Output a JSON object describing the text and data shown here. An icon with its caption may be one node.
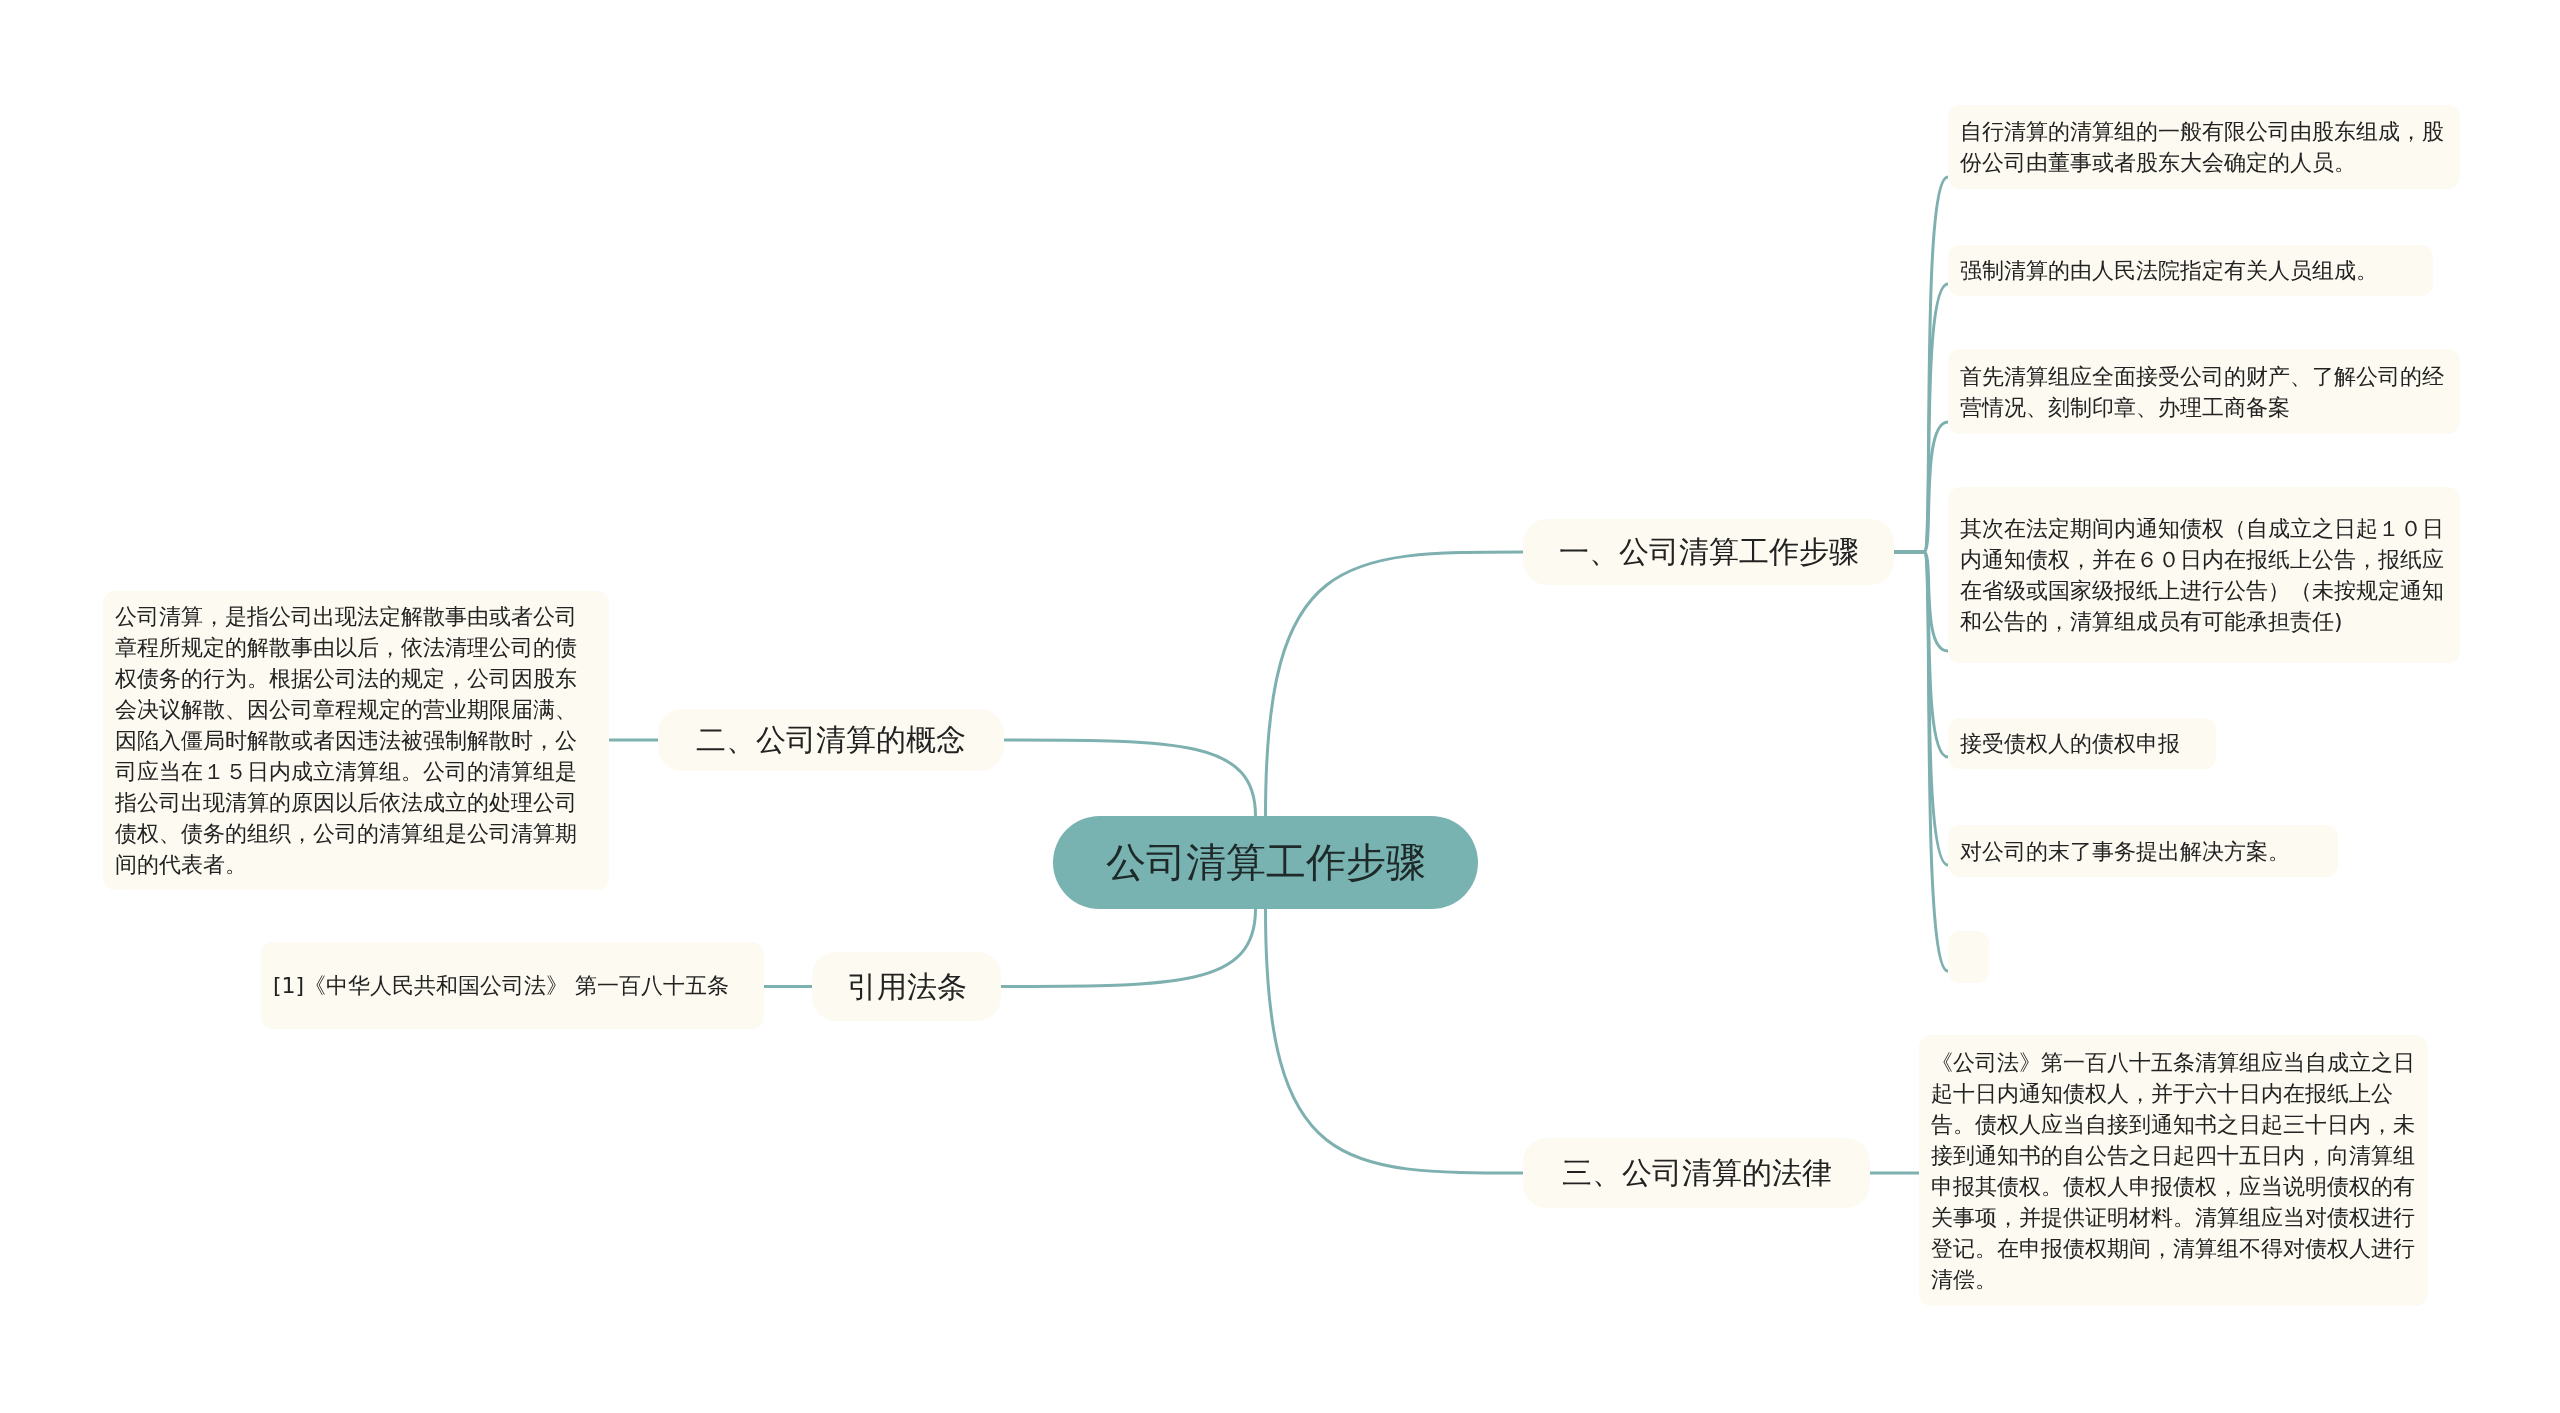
{
  "diagram": {
    "nodes": [
      {
        "text": [
          "公司清算工作步骤"
        ]
      },
      {
        "text": [
          "一、公司清算工作步骤"
        ]
      },
      {
        "text": [
          "自行清算的清算组的一般有限公司由股东组成，股份公司由董事或者股东大会确定的人员。"
        ]
      },
      {
        "text": [
          "强制清算的由人民法院指定有关人员组成。"
        ]
      },
      {
        "text": [
          "首先清算组应全面接受公司的财产、了解公司的经营情况、刻制印章、办理工商备案"
        ]
      },
      {
        "text": [
          "其次在法定期间内通知债权（自成立之日起１０日内通知债权，并在６０日内在报纸上公告，报纸应在省级或国家级报纸上进行公告）（未按规定通知和公告的，清算组成员有可能承担责任)"
        ]
      },
      {
        "text": [
          "接受债权人的债权申报"
        ]
      },
      {
        "text": [
          "对公司的末了事务提出解决方案。"
        ]
      },
      {
        "text": [],
        "shape": "box"
      },
      {
        "text": [
          "二、公司清算的概念"
        ]
      },
      {
        "text": [
          "公司清算，是指公司出现法定解散事由或者公司章程所规定的解散事由以后，依法清理公司的债权债务的行为。根据公司法的规定，公司因股东会决议解散、因公司章程规定的营业期限届满、因陷入僵局时解散或者因违法被强制解散时，公司应当在１５日内成立清算组。公司的清算组是指公司出现清算的原因以后依法成立的处理公司债权、债务的组织，公司的清算组是公司清算期间的代表者。"
        ]
      },
      {
        "text": [
          "引用法条"
        ]
      },
      {
        "text": [
          "[1]《中华人民共和国公司法》 第一百八十五条"
        ]
      },
      {
        "text": [
          "三、公司清算的法律"
        ]
      },
      {
        "text": [
          "《公司法》第一百八十五条清算组应当自成立之日起十日内通知债权人，并于六十日内在报纸上公告。债权人应当自接到通知书之日起三十日内，未接到通知书的自公告之日起四十五日内，向清算组申报其债权。债权人申报债权，应当说明债权的有关事项，并提供证明材料。清算组应当对债权进行登记。在申报债权期间，清算组不得对债权人进行清偿。"
        ]
      }
    ],
    "edges": [
      {
        "from": 0,
        "to": 1,
        "arrow": "none"
      },
      {
        "from": 1,
        "to": 2,
        "arrow": "none"
      },
      {
        "from": 1,
        "to": 3,
        "arrow": "none"
      },
      {
        "from": 1,
        "to": 4,
        "arrow": "none"
      },
      {
        "from": 1,
        "to": 5,
        "arrow": "none"
      },
      {
        "from": 1,
        "to": 6,
        "arrow": "none"
      },
      {
        "from": 1,
        "to": 7,
        "arrow": "none"
      },
      {
        "from": 1,
        "to": 8,
        "arrow": "none"
      },
      {
        "from": 0,
        "to": 9,
        "arrow": "none"
      },
      {
        "from": 9,
        "to": 10,
        "arrow": "none"
      },
      {
        "from": 0,
        "to": 11,
        "arrow": "none"
      },
      {
        "from": 11,
        "to": 12,
        "arrow": "none"
      },
      {
        "from": 0,
        "to": 13,
        "arrow": "none"
      },
      {
        "from": 13,
        "to": 14,
        "arrow": "none"
      }
    ]
  }
}
